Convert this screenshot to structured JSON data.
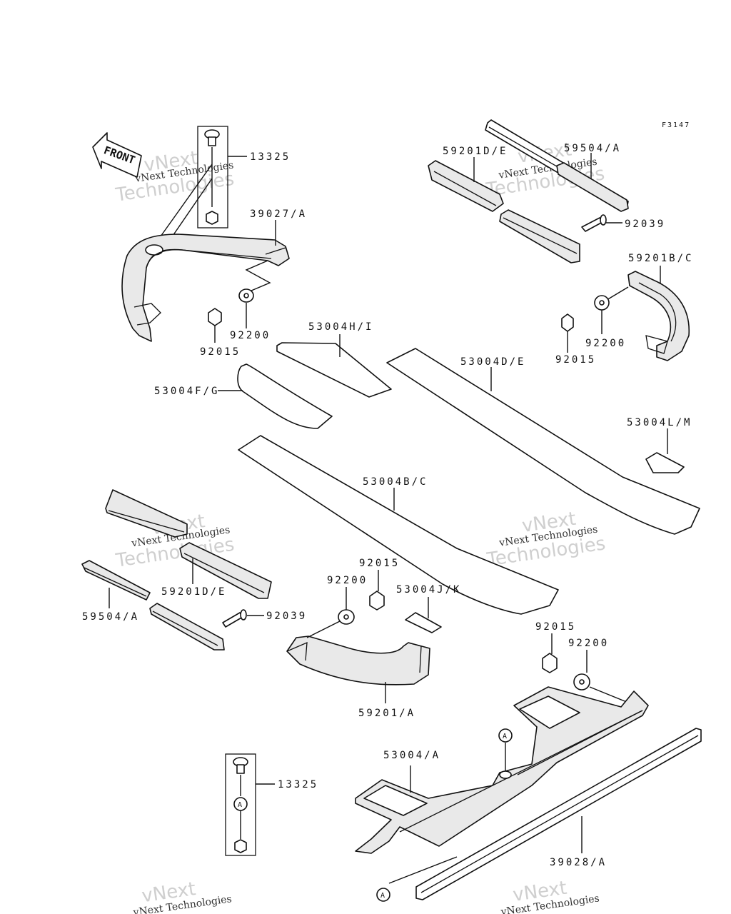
{
  "diagram": {
    "figure_ref": "F3147",
    "front_label": "FRONT",
    "watermark_small": "vNext Technologies",
    "watermark_large_1": "vNext",
    "watermark_large_2": "Technologies",
    "callout_symbol": "A",
    "labels": {
      "p13325_top": "13325",
      "p39027a": "39027/A",
      "p92200_left": "92200",
      "p92015_left": "92015",
      "p59201de_top": "59201D/E",
      "p59504a_top": "59504/A",
      "p92039_top": "92039",
      "p59201bc": "59201B/C",
      "p92200_right": "92200",
      "p92015_right": "92015",
      "p53004hi": "53004H/I",
      "p53004de": "53004D/E",
      "p53004fg": "53004F/G",
      "p53004lm": "53004L/M",
      "p53004bc": "53004B/C",
      "p59201de_bottom": "59201D/E",
      "p59504a_bottom": "59504/A",
      "p92039_bottom": "92039",
      "p92200_mid": "92200",
      "p92015_mid": "92015",
      "p53004jk": "53004J/K",
      "p59201a": "59201/A",
      "p92015_low": "92015",
      "p92200_low": "92200",
      "p53004a": "53004/A",
      "p13325_bottom": "13325",
      "p39028a": "39028/A"
    }
  }
}
